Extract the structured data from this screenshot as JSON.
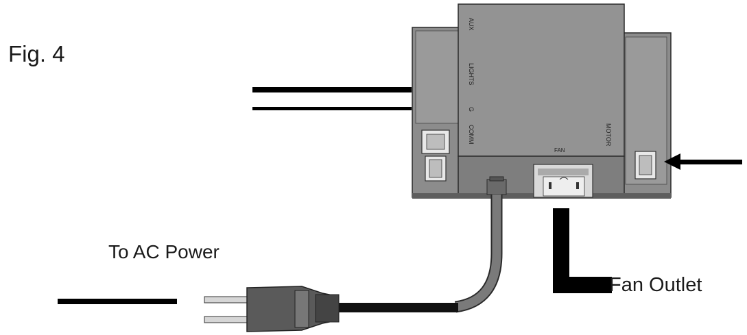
{
  "figure": {
    "label": "Fig. 4"
  },
  "callouts": {
    "ac_power": "To AC Power",
    "fan_outlet": "Fan Outlet"
  },
  "module_labels": {
    "aux": "AUX",
    "lights": "LIGHTS",
    "g": "G",
    "comm": "COMM",
    "fan": "FAN",
    "motor": "MOTOR"
  },
  "colors": {
    "body": "#8f8f8f",
    "body_dark": "#6f6f6f",
    "outline": "#2a2a2a",
    "leader": "#000000"
  }
}
